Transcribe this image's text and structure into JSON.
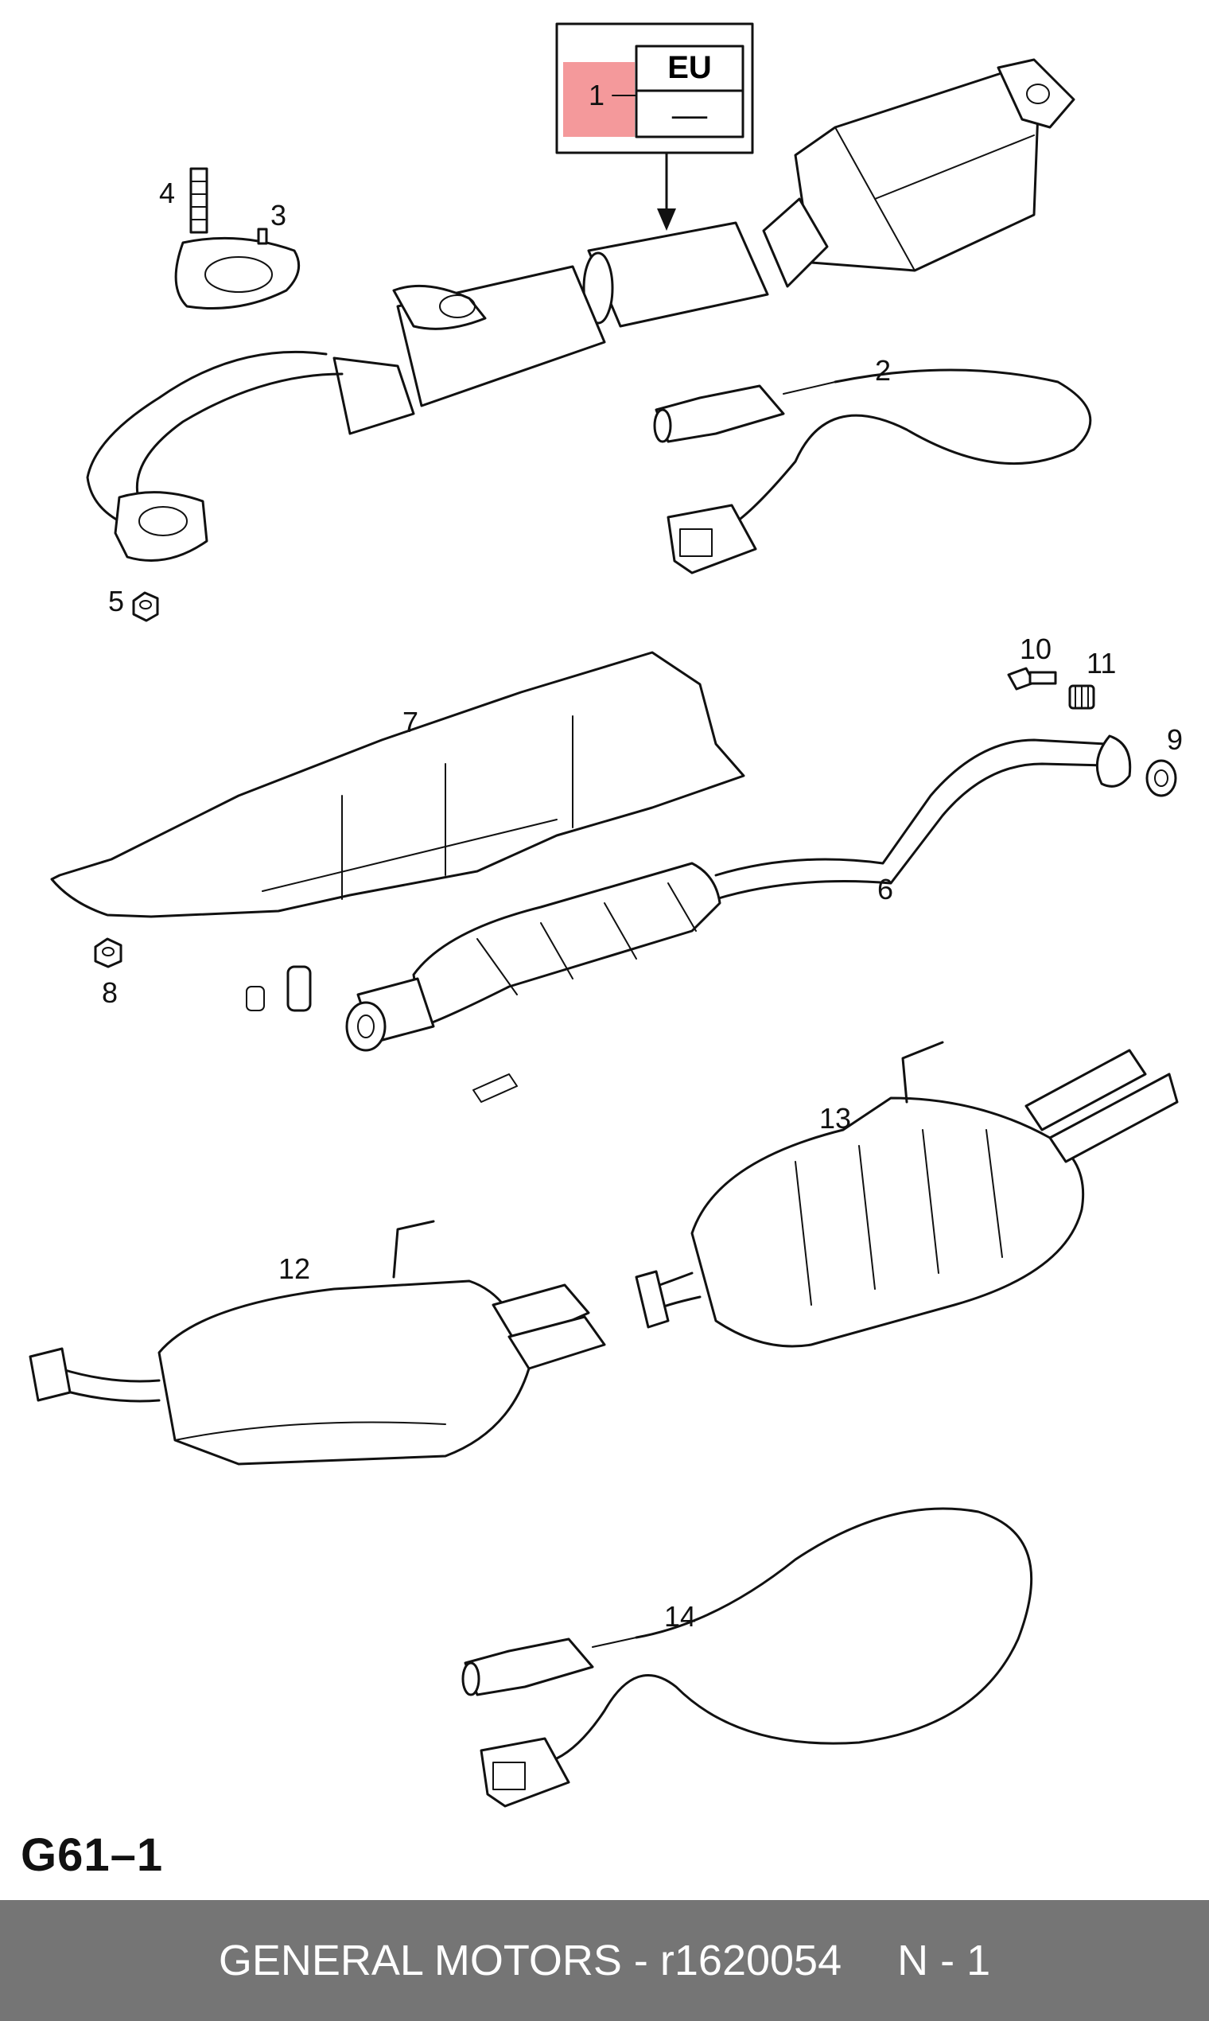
{
  "diagram": {
    "code": "G61–1",
    "callouts": {
      "c1": "1",
      "c2": "2",
      "c3": "3",
      "c4": "4",
      "c5": "5",
      "c6": "6",
      "c7": "7",
      "c8": "8",
      "c9": "9",
      "c10": "10",
      "c11": "11",
      "c12": "12",
      "c13": "13",
      "c14": "14"
    },
    "variant_table": {
      "region": "EU",
      "value": "––"
    },
    "highlight_color": "#f4999b"
  },
  "footer": {
    "source": "GENERAL MOTORS - r1620054",
    "page": "N - 1",
    "background": "#757575"
  }
}
